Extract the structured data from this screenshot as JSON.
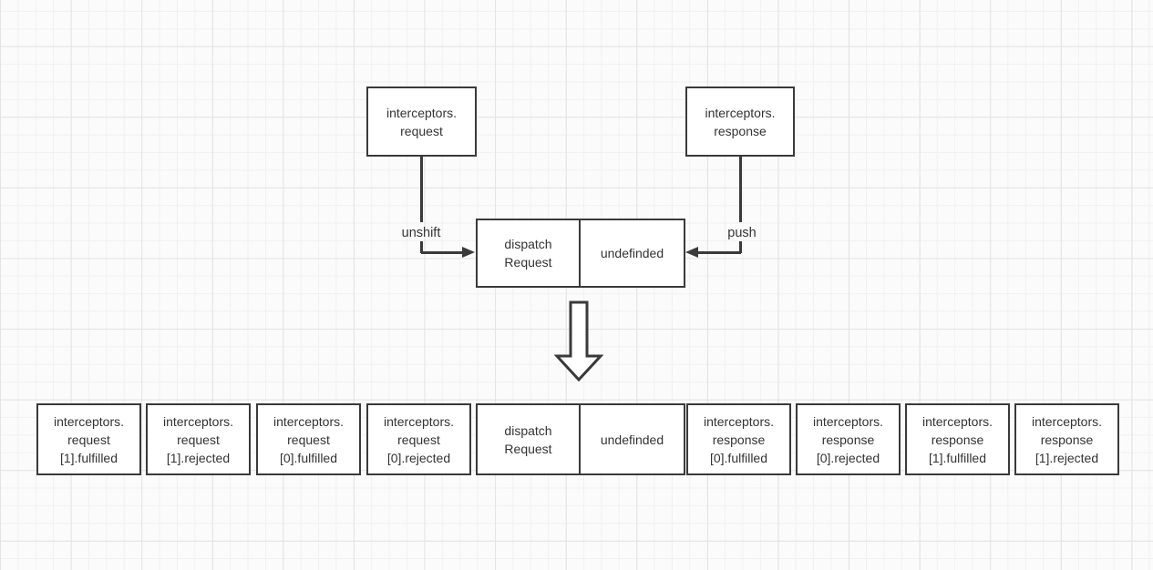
{
  "colors": {
    "line": "#3a3a3a",
    "text": "#333333",
    "box_bg": "#ffffff",
    "canvas_bg": "#fbfbfb",
    "grid_minor": "#f1f1f1",
    "grid_major": "#e3e3e3"
  },
  "nodes": {
    "interceptors_request": "interceptors.\nrequest",
    "interceptors_response": "interceptors.\nresponse",
    "unshift_label": "unshift",
    "push_label": "push",
    "dispatch_request": "dispatch\nRequest",
    "undefinded": "undefinded"
  },
  "queue": {
    "items": [
      "interceptors.\nrequest\n[1].fulfilled",
      "interceptors.\nrequest\n[1].rejected",
      "interceptors.\nrequest\n[0].fulfilled",
      "interceptors.\nrequest\n[0].rejected",
      "dispatch\nRequest",
      "undefinded",
      "interceptors.\nresponse\n[0].fulfilled",
      "interceptors.\nresponse\n[0].rejected",
      "interceptors.\nresponse\n[1].fulfilled",
      "interceptors.\nresponse\n[1].rejected"
    ]
  }
}
